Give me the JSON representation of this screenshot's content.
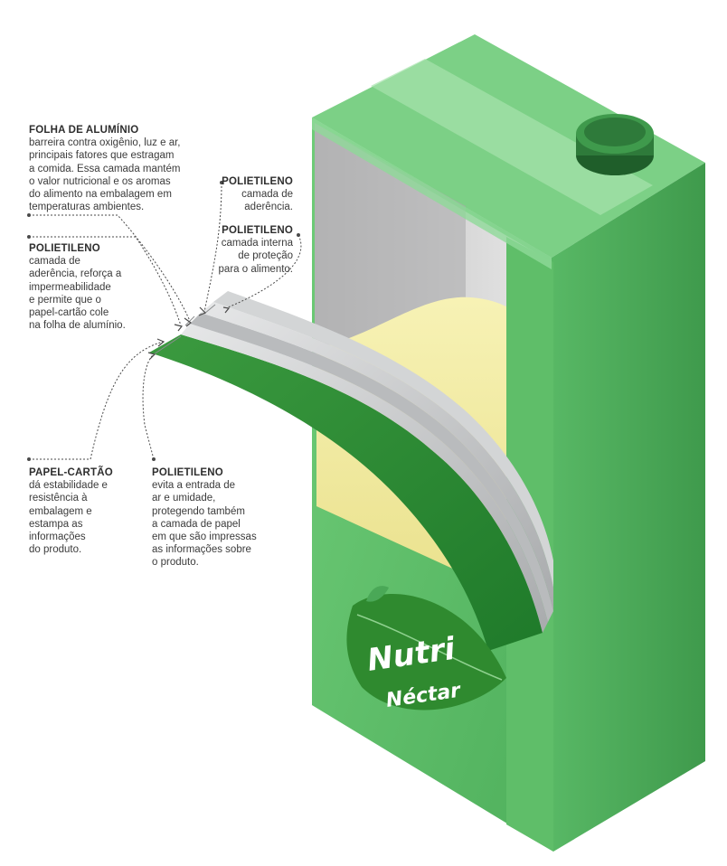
{
  "annotations": [
    {
      "title": "FOLHA DE ALUMÍNIO",
      "text": "barreira contra oxigênio, luz e ar,\nprincipais fatores que estragam\na comida. Essa camada mantém\no valor nutricional e os aromas\ndo alimento na embalagem em\ntemperaturas ambientes."
    },
    {
      "title": "POLIETILENO",
      "text": "camada de\naderência."
    },
    {
      "title": "POLIETILENO",
      "text": "camada interna\nde proteção\npara o alimento."
    },
    {
      "title": "POLIETILENO",
      "text": "camada de\naderência, reforça a\nimpermeabilidade\ne permite que o\npapel-cartão cole\nna folha de alumínio."
    },
    {
      "title": "PAPEL-CARTÃO",
      "text": "dá estabilidade e\nresistência à\nembalagem e\nestampa as\ninformações\ndo produto."
    },
    {
      "title": "POLIETILENO",
      "text": "evita a entrada de\nar e umidade,\nprotegendo também\na camada de papel\nem que são impressas\nas informações sobre\no produto."
    }
  ],
  "logo": {
    "line1": "Nutri",
    "line2": "Néctar"
  },
  "colors": {
    "carton_front": "#5fbf6a",
    "carton_side": "#4aa857",
    "carton_top": "#7fd68a",
    "cap": "#2e7a3a",
    "juice": "#f3ec9a",
    "layer": "#c9cbcc",
    "leaf": "#2f8a2f"
  }
}
